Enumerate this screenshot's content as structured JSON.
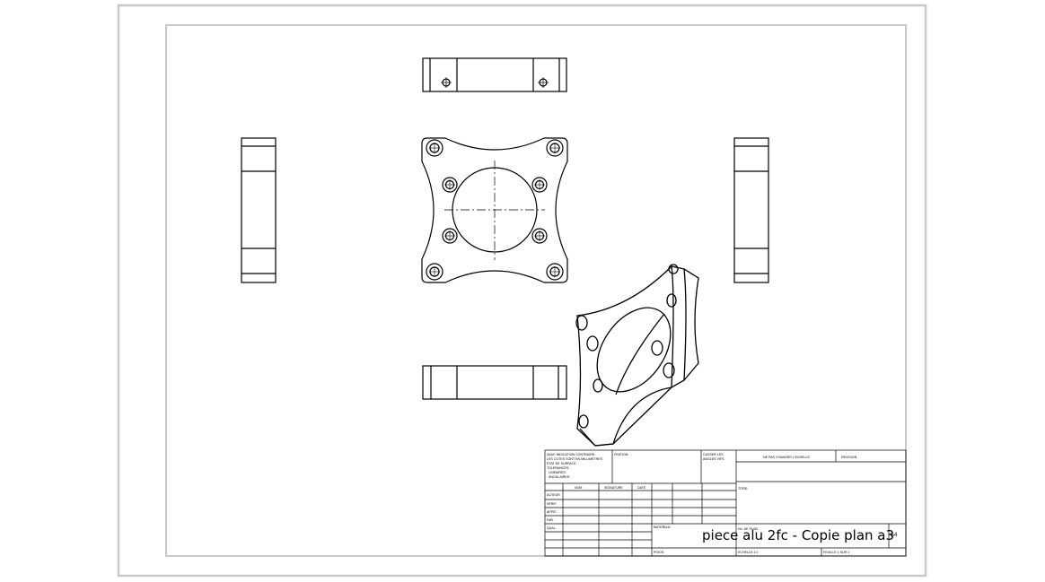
{
  "drawing": {
    "big_title": "piece alu 2fc - Copie plan a3"
  },
  "title_block": {
    "notes": [
      "SAUF INDICATION CONTRAIRE:",
      "LES COTES SONT EN MILLIMETRES",
      "ETAT DE SURFACE:",
      "TOLERANCES:",
      "LINEAIRES:",
      "ANGULAIRES:"
    ],
    "finition": "FINITION:",
    "casser": [
      "CASSER LES",
      "ANGLES VIFS"
    ],
    "do_not_scale": "NE PAS CHANGER L'ECHELLE",
    "revision": "REVISION",
    "headers": {
      "nom": "NOM",
      "signature": "SIGNATURE",
      "date": "DATE"
    },
    "roles": [
      "AUTEUR",
      "VERIF.",
      "APPR.",
      "FAB.",
      "QUAL."
    ],
    "titre": "TITRE:",
    "materiau": "MATERIAU:",
    "no_de_plan": "No. DE PLAN",
    "poids": "POIDS:",
    "echelle": "ECHELLE:1:2",
    "feuille": "FEUILLE 1 SUR 1",
    "format": "A4"
  },
  "colors": {
    "line": "#000000",
    "frame": "#c8c8c8",
    "paper": "#ffffff"
  }
}
